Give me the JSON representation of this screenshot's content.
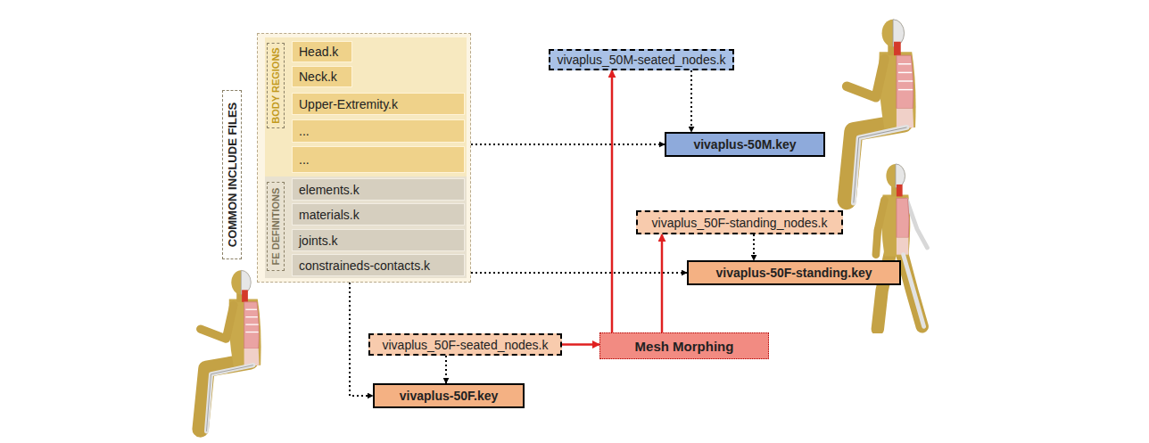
{
  "diagram": {
    "nodes": [
      {
        "text": [
          "COMMON INCLUDE FILES"
        ]
      },
      {
        "text": [
          "BODY REGIONS"
        ],
        "in": 0
      },
      {
        "text": [
          "Head.k"
        ],
        "in": 1
      },
      {
        "text": [
          "Neck.k"
        ],
        "in": 1
      },
      {
        "text": [
          "Upper-Extremity.k"
        ],
        "in": 1
      },
      {
        "text": [
          "..."
        ],
        "in": 1
      },
      {
        "text": [
          "..."
        ],
        "in": 1
      },
      {
        "text": [
          "FE DEFINITIONS"
        ],
        "in": 0
      },
      {
        "text": [
          "elements.k"
        ],
        "in": 7
      },
      {
        "text": [
          "materials.k"
        ],
        "in": 7
      },
      {
        "text": [
          "joints.k"
        ],
        "in": 7
      },
      {
        "text": [
          "constraineds-contacts.k"
        ],
        "in": 7
      },
      {
        "text": [
          "vivaplus_50M-seated_nodes.k"
        ]
      },
      {
        "text": [
          "vivaplus-50M.key"
        ]
      },
      {
        "text": [
          "vivaplus_50F-standing_nodes.k"
        ]
      },
      {
        "text": [
          "vivaplus-50F-standing.key"
        ]
      },
      {
        "text": [
          "vivaplus_50F-seated_nodes.k"
        ]
      },
      {
        "text": [
          "Mesh Morphing"
        ]
      },
      {
        "text": [
          "vivaplus-50F.key"
        ]
      }
    ],
    "edges": [
      {
        "from": 0,
        "to": 13,
        "arrow": "to"
      },
      {
        "from": 0,
        "to": 15,
        "arrow": "to"
      },
      {
        "from": 0,
        "to": 18,
        "arrow": "to"
      },
      {
        "from": 12,
        "to": 13,
        "arrow": "to"
      },
      {
        "from": 14,
        "to": 15,
        "arrow": "to"
      },
      {
        "from": 16,
        "to": 18,
        "arrow": "to"
      },
      {
        "from": 16,
        "to": 17,
        "arrow": "to"
      },
      {
        "from": 17,
        "to": 12,
        "arrow": "to"
      },
      {
        "from": 17,
        "to": 14,
        "arrow": "to"
      }
    ]
  }
}
